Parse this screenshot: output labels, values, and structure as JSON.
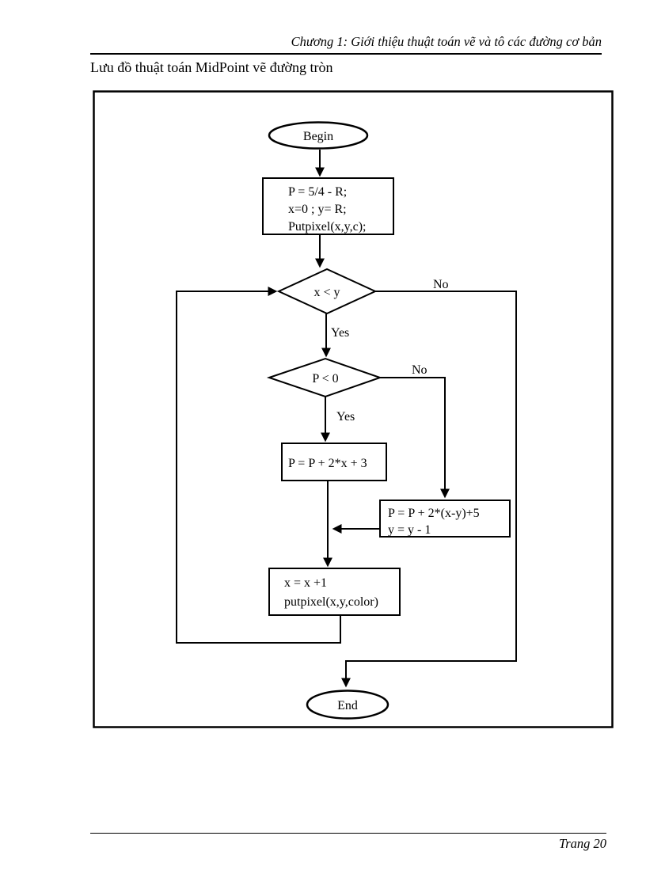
{
  "page": {
    "header": {
      "chapter_title": "Chương 1: Giới thiệu thuật toán vẽ và tô các đường cơ bản"
    },
    "subtitle": "Lưu đồ thuật toán MidPoint vẽ đường tròn",
    "footer": {
      "page_label": "Trang 20"
    }
  },
  "flowchart": {
    "begin_label": "Begin",
    "end_label": "End",
    "init_box": {
      "line1": "P = 5/4 - R;",
      "line2": "x=0 ; y= R;",
      "line3": "Putpixel(x,y,c);"
    },
    "decision1": {
      "label": "x < y",
      "yes": "Yes",
      "no": "No"
    },
    "decision2": {
      "label": "P < 0",
      "yes": "Yes",
      "no": "No"
    },
    "process_yes": {
      "line1": "P = P + 2*x + 3"
    },
    "process_no": {
      "line1": "P = P + 2*(x-y)+5",
      "line2": "y = y - 1"
    },
    "process_step": {
      "line1": "x = x +1",
      "line2": "putpixel(x,y,color)"
    }
  }
}
